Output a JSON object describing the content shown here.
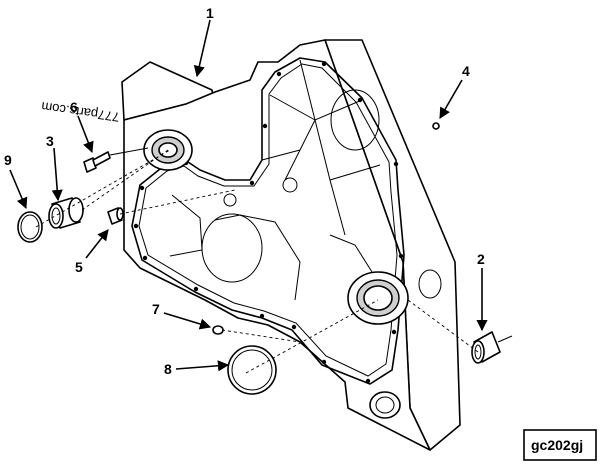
{
  "figure": {
    "watermark": "777parts.com",
    "drawing_id": "gc202gj"
  },
  "callouts": [
    {
      "label": "1"
    },
    {
      "label": "2"
    },
    {
      "label": "3"
    },
    {
      "label": "4"
    },
    {
      "label": "5"
    },
    {
      "label": "6"
    },
    {
      "label": "7"
    },
    {
      "label": "8"
    },
    {
      "label": "9"
    }
  ]
}
